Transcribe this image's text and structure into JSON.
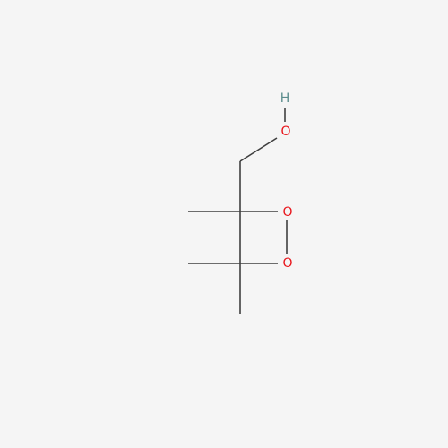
{
  "molecule": {
    "atoms": {
      "o_hydroxyl": {
        "symbol": "O",
        "color": "#e8141a"
      },
      "h_hydroxyl": {
        "symbol": "H",
        "color": "#5a8c8c"
      },
      "o_ring_top": {
        "symbol": "O",
        "color": "#e8141a"
      },
      "o_ring_bottom": {
        "symbol": "O",
        "color": "#e8141a"
      }
    },
    "bond_color": "#3f3f3f",
    "background": "#f5f5f5"
  }
}
